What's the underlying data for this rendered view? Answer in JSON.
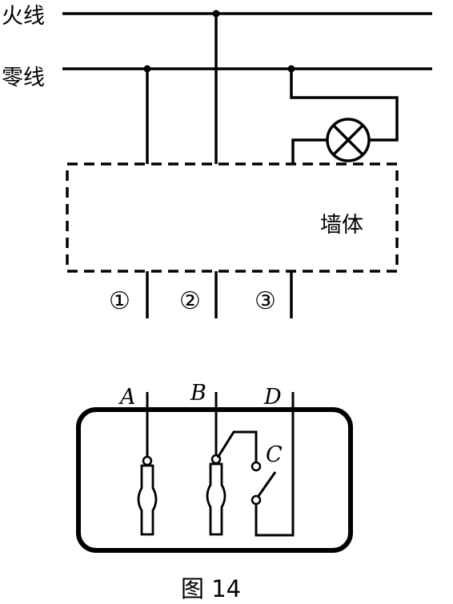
{
  "wires": {
    "live": "火线",
    "neutral": "零线"
  },
  "wall": "墙体",
  "terminals": [
    "①",
    "②",
    "③"
  ],
  "socket_labels": {
    "a": "A",
    "b": "B",
    "c": "C",
    "d": "D"
  },
  "caption": "图 14"
}
